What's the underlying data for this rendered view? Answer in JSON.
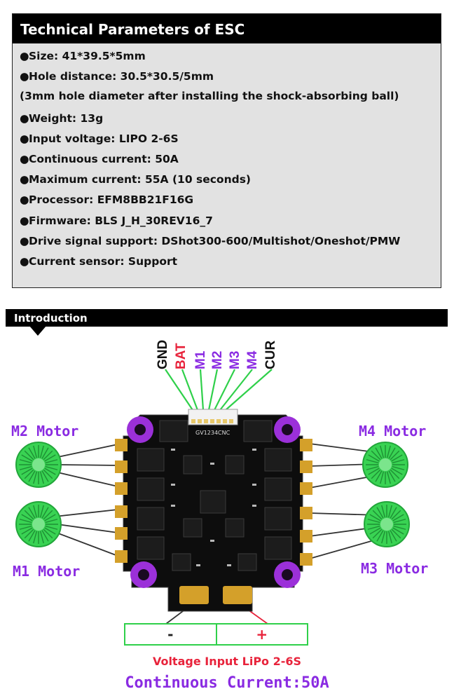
{
  "spec_section": {
    "title": "Technical Parameters of ESC",
    "items": [
      "Size: 41*39.5*5mm",
      "Hole distance: 30.5*30.5/5mm",
      "(3mm hole diameter after installing the shock-absorbing ball)",
      "Weight: 13g",
      "Input voltage: LIPO 2-6S",
      "Continuous current: 50A",
      "Maximum current: 55A (10 seconds)",
      "Processor: EFM8BB21F16G",
      "Firmware: BLS J_H_30REV16_7",
      "Drive signal support: DShot300-600/Multishot/Oneshot/PMW",
      "Current sensor: Support"
    ],
    "bullet": "●"
  },
  "intro_section": {
    "title": "Introduction"
  },
  "connector": {
    "silkscreen": "GV1234CNC",
    "pins": [
      {
        "label": "GND",
        "color": "#111111"
      },
      {
        "label": "BAT",
        "color": "#e8233b"
      },
      {
        "label": "M1",
        "color": "#8a2be2"
      },
      {
        "label": "M2",
        "color": "#8a2be2"
      },
      {
        "label": "M3",
        "color": "#8a2be2"
      },
      {
        "label": "M4",
        "color": "#8a2be2"
      },
      {
        "label": "CUR",
        "color": "#111111"
      }
    ]
  },
  "motors": {
    "m2": "M2 Motor",
    "m4": "M4 Motor",
    "m1": "M1 Motor",
    "m3": "M3 Motor"
  },
  "power": {
    "negative": "-",
    "positive": "+",
    "voltage_label": "Voltage Input LiPo 2-6S",
    "current_label": "Continuous Current:50A"
  },
  "colors": {
    "accent_purple": "#8a2be2",
    "red": "#e8233b",
    "wire_green": "#2fd04a",
    "board_black": "#0d0d0d",
    "gold_pad": "#d4a02a"
  }
}
